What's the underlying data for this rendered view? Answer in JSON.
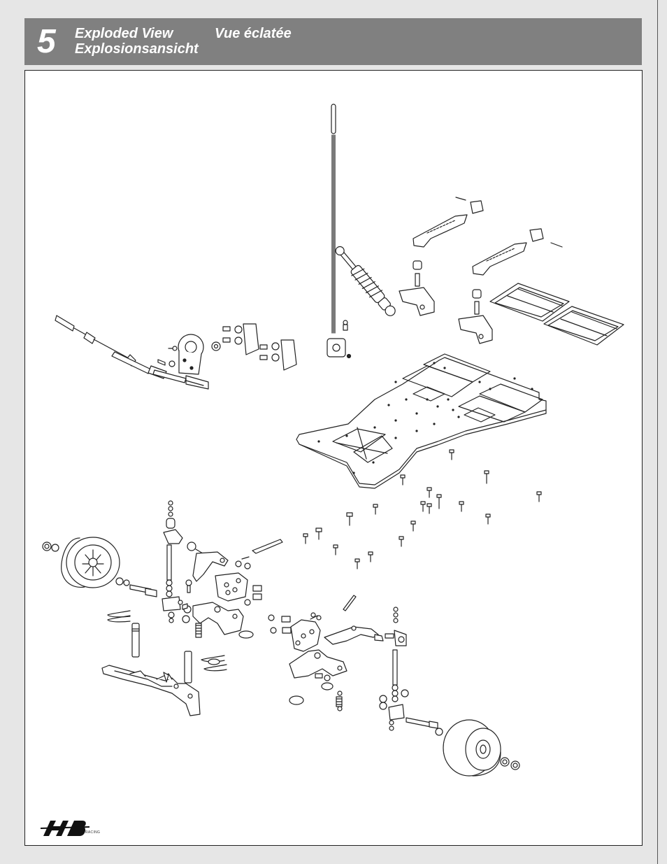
{
  "header": {
    "step_number": "5",
    "title_en": "Exploded View",
    "title_fr": "Vue éclatée",
    "title_de": "Explosionsansicht"
  },
  "colors": {
    "header_bg": "#808080",
    "header_text": "#ffffff",
    "panel_bg": "#ffffff",
    "line": "#222222"
  },
  "logo": {
    "mark": "HB",
    "small_text": "RACING"
  }
}
